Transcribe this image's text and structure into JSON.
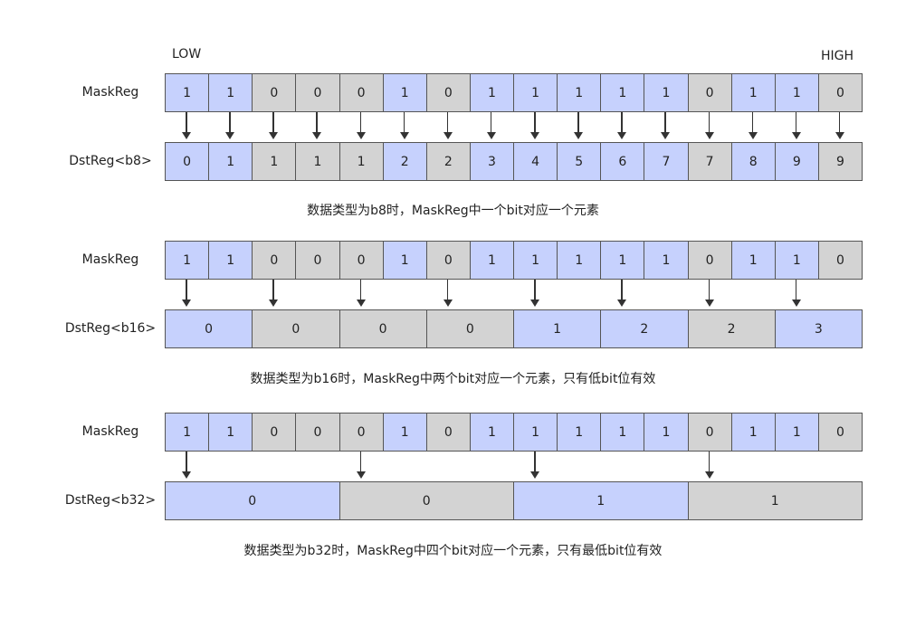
{
  "labels": {
    "low": "LOW",
    "high": "HIGH"
  },
  "colors": {
    "one": "#c6d1fd",
    "zero": "#d3d3d3",
    "border": "#555555",
    "arrow": "#333333"
  },
  "sections": [
    {
      "mask_label": "MaskReg",
      "mask_bits": [
        "1",
        "1",
        "0",
        "0",
        "0",
        "1",
        "0",
        "1",
        "1",
        "1",
        "1",
        "1",
        "0",
        "1",
        "1",
        "0"
      ],
      "dst_label": "DstReg<b8>",
      "elements_per_row": 16,
      "dst_values": [
        "0",
        "1",
        "1",
        "1",
        "1",
        "2",
        "2",
        "3",
        "4",
        "5",
        "6",
        "7",
        "7",
        "8",
        "9",
        "9"
      ],
      "dst_colors": [
        "one",
        "one",
        "zero",
        "zero",
        "zero",
        "one",
        "zero",
        "one",
        "one",
        "one",
        "one",
        "one",
        "zero",
        "one",
        "one",
        "zero"
      ],
      "caption": "数据类型为b8时，MaskReg中一个bit对应一个元素"
    },
    {
      "mask_label": "MaskReg",
      "mask_bits": [
        "1",
        "1",
        "0",
        "0",
        "0",
        "1",
        "0",
        "1",
        "1",
        "1",
        "1",
        "1",
        "0",
        "1",
        "1",
        "0"
      ],
      "dst_label": "DstReg<b16>",
      "elements_per_row": 8,
      "dst_values": [
        "0",
        "0",
        "0",
        "0",
        "1",
        "2",
        "2",
        "3"
      ],
      "dst_colors": [
        "one",
        "zero",
        "zero",
        "zero",
        "one",
        "one",
        "zero",
        "one"
      ],
      "caption": "数据类型为b16时，MaskReg中两个bit对应一个元素，只有低bit位有效"
    },
    {
      "mask_label": "MaskReg",
      "mask_bits": [
        "1",
        "1",
        "0",
        "0",
        "0",
        "1",
        "0",
        "1",
        "1",
        "1",
        "1",
        "1",
        "0",
        "1",
        "1",
        "0"
      ],
      "dst_label": "DstReg<b32>",
      "elements_per_row": 4,
      "dst_values": [
        "0",
        "0",
        "1",
        "1"
      ],
      "dst_colors": [
        "one",
        "zero",
        "one",
        "zero"
      ],
      "caption": "数据类型为b32时，MaskReg中四个bit对应一个元素，只有最低bit位有效"
    }
  ]
}
